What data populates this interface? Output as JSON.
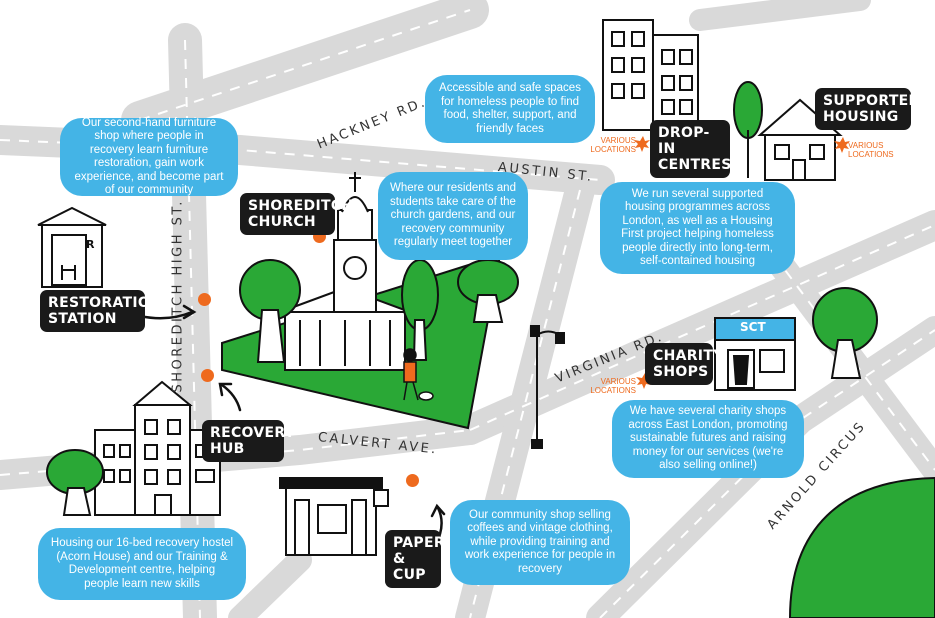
{
  "streets": {
    "hackney": "HACKNEY RD.",
    "austin": "AUSTIN ST.",
    "shoreditch": "SHOREDITCH HIGH ST.",
    "virginia": "VIRGINIA RD.",
    "calvert": "CALVERT AVE.",
    "arnold": "ARNOLD CIRCUS"
  },
  "places": {
    "shoreditch_church": {
      "name": "SHOREDITCH CHURCH",
      "description": "Where our residents and students take care of the church gardens, and our recovery community regularly meet together"
    },
    "restoration_station": {
      "name": "RESTORATION STATION",
      "description": "Our second-hand furniture shop where people in recovery learn furniture restoration, gain work experience, and become part of our community",
      "sign_letter": "R"
    },
    "recovery_hub": {
      "name": "RECOVERY HUB",
      "description": "Housing our 16-bed recovery hostel (Acorn House) and our Training & Development centre, helping people learn new skills"
    },
    "paper_cup": {
      "name": "PAPER & CUP",
      "description": "Our community shop selling coffees and vintage clothing, while providing training and work experience for people in recovery"
    },
    "drop_in": {
      "name": "DROP-IN CENTRES",
      "description": "Accessible and safe spaces for homeless people to find food, shelter, support, and friendly faces",
      "note": "VARIOUS LOCATIONS"
    },
    "supported_housing": {
      "name": "SUPPORTED HOUSING",
      "description": "We run several supported housing programmes across London, as well as a Housing First project helping homeless people directly into long-term, self-contained housing",
      "note": "VARIOUS LOCATIONS"
    },
    "charity_shops": {
      "name": "CHARITY SHOPS",
      "description": "We have several charity shops across East London, promoting sustainable futures and raising money for our services (we're also selling online!)",
      "note": "VARIOUS LOCATIONS",
      "sign_text": "SCT"
    }
  },
  "colors": {
    "bubble": "#44b4e6",
    "tag": "#1a1a1a",
    "marker": "#ee6a1e",
    "green": "#2aa836",
    "road": "#d9d9d9"
  }
}
